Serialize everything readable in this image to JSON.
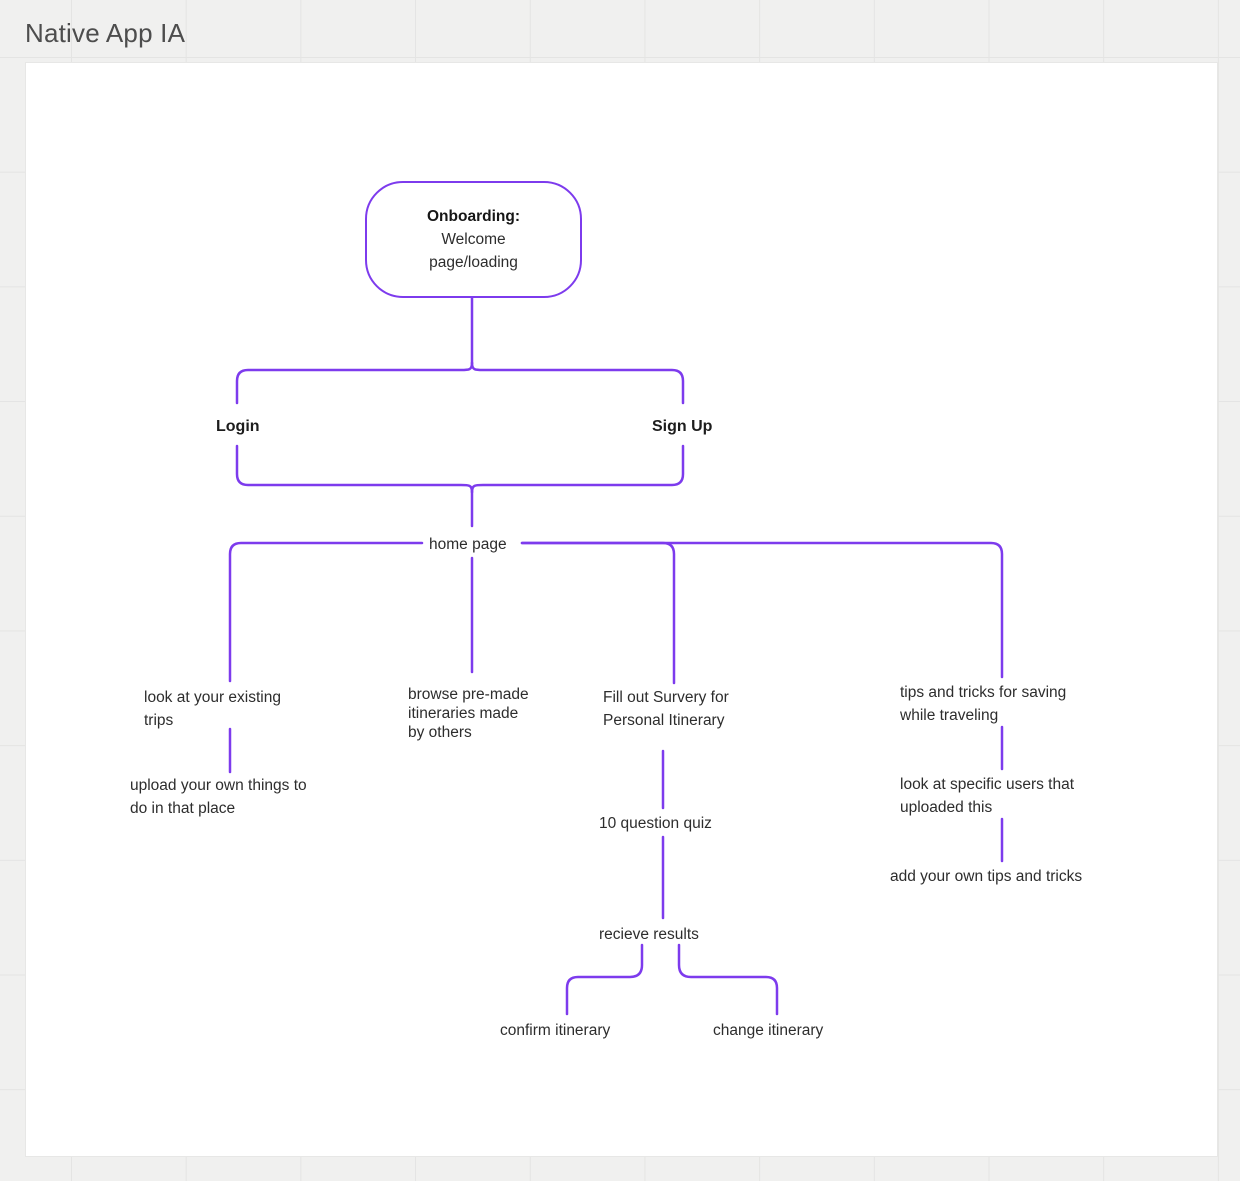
{
  "colors": {
    "accent": "#7d3bed",
    "label": "#2d2d2d",
    "title": "#4d4d4d"
  },
  "board": {
    "title": "Native App IA"
  },
  "diagram": {
    "onboarding": {
      "title": "Onboarding:",
      "subtitle": "Welcome\npage/loading"
    },
    "login": "Login",
    "signup": "Sign Up",
    "home": "home page",
    "look_existing": "look at your existing\ntrips",
    "upload_own": "upload your own things to\ndo in that place",
    "browse": "browse pre-made\nitineraries made\nby others",
    "fill_survey": "Fill out Survery for\nPersonal Itinerary",
    "quiz": "10 question quiz",
    "results": "recieve results",
    "confirm": "confirm itinerary",
    "change": "change itinerary",
    "tips": "tips and tricks for saving\nwhile traveling",
    "look_specific": "look at specific users that\nuploaded this",
    "add_tips": "add your own tips and tricks"
  }
}
